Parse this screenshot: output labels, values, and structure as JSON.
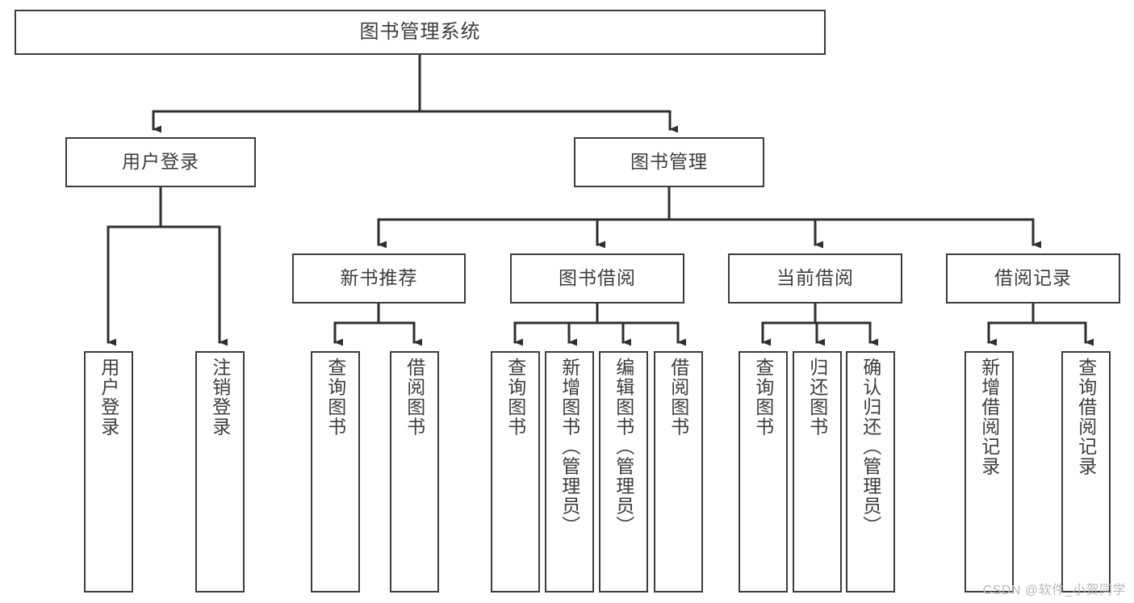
{
  "diagram": {
    "title": "图书管理系统",
    "type": "tree-hierarchy",
    "colors": {
      "background": "#ffffff",
      "box_border": "#3c3c3c",
      "box_fill": "#ffffff",
      "text": "#3d3d3d",
      "connector": "#2f2f2f",
      "watermark": "#b9b9b9"
    },
    "root": {
      "label": "图书管理系统"
    },
    "level1": [
      {
        "label": "用户登录"
      },
      {
        "label": "图书管理"
      }
    ],
    "level2": [
      {
        "label": "新书推荐"
      },
      {
        "label": "图书借阅"
      },
      {
        "label": "当前借阅"
      },
      {
        "label": "借阅记录"
      }
    ],
    "leaves": {
      "user_login": [
        {
          "label": "用户登录"
        },
        {
          "label": "注销登录"
        }
      ],
      "new_book_recommend": [
        {
          "label": "查询图书"
        },
        {
          "label": "借阅图书"
        }
      ],
      "book_borrow": [
        {
          "label": "查询图书"
        },
        {
          "label": "新增图书（管理员）"
        },
        {
          "label": "编辑图书（管理员）"
        },
        {
          "label": "借阅图书"
        }
      ],
      "current_borrow": [
        {
          "label": "查询图书"
        },
        {
          "label": "归还图书"
        },
        {
          "label": "确认归还（管理员）"
        }
      ],
      "borrow_record": [
        {
          "label": "新增借阅记录"
        },
        {
          "label": "查询借阅记录"
        }
      ]
    }
  },
  "watermark": {
    "text": "CSDN @软件_小贺同学"
  }
}
